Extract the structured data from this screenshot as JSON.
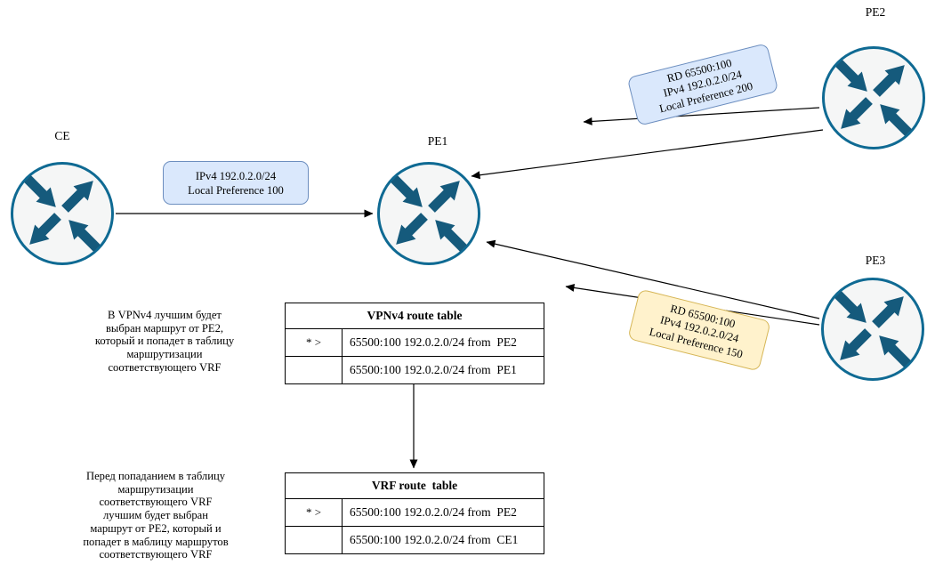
{
  "routers": {
    "ce": {
      "label": "CE"
    },
    "pe1": {
      "label": "PE1"
    },
    "pe2": {
      "label": "PE2"
    },
    "pe3": {
      "label": "PE3"
    }
  },
  "edge_labels": {
    "ce_pe1": {
      "lines": [
        "IPv4 192.0.2.0/24",
        "Local Preference 100"
      ]
    },
    "pe2_pe1": {
      "lines": [
        "RD 65500:100",
        "IPv4 192.0.2.0/24",
        "Local Preference 200"
      ]
    },
    "pe3_pe1": {
      "lines": [
        "RD 65500:100",
        "IPv4 192.0.2.0/24",
        "Local Preference 150"
      ]
    }
  },
  "tables": {
    "vpnv4": {
      "title": "VPNv4 route table",
      "rows": [
        {
          "flag": "* >",
          "route": "65500:100 192.0.2.0/24 from  PE2"
        },
        {
          "flag": "",
          "route": "65500:100 192.0.2.0/24 from  PE1"
        }
      ]
    },
    "vrf": {
      "title": "VRF route  table",
      "rows": [
        {
          "flag": "* >",
          "route": "65500:100 192.0.2.0/24 from  PE2"
        },
        {
          "flag": "",
          "route": "65500:100 192.0.2.0/24 from  CE1"
        }
      ]
    }
  },
  "notes": {
    "vpnv4": {
      "lines": [
        "В VPNv4 лучшим будет",
        "выбран маршрут от PE2,",
        "который и попадет в таблицу",
        "маршрутизации",
        "соответствующего VRF"
      ]
    },
    "vrf": {
      "lines": [
        "Перед попаданием в таблицу",
        "маршрутизации",
        "соответствующего VRF",
        "лучшим будет выбран",
        "маршрут от PE2, который и",
        "попадет в маблицу маршрутов",
        "соответствующего VRF"
      ]
    }
  },
  "colors": {
    "edge_label_blue_fill": "#dae8fc",
    "edge_label_blue_border": "#6c8ebf",
    "edge_label_yellow_fill": "#fff2cc",
    "edge_label_yellow_border": "#d6b656",
    "router_fill": "#f5f6f6",
    "router_stroke": "#0f6a93",
    "router_arrow": "#155a7c",
    "connector": "#000000"
  }
}
